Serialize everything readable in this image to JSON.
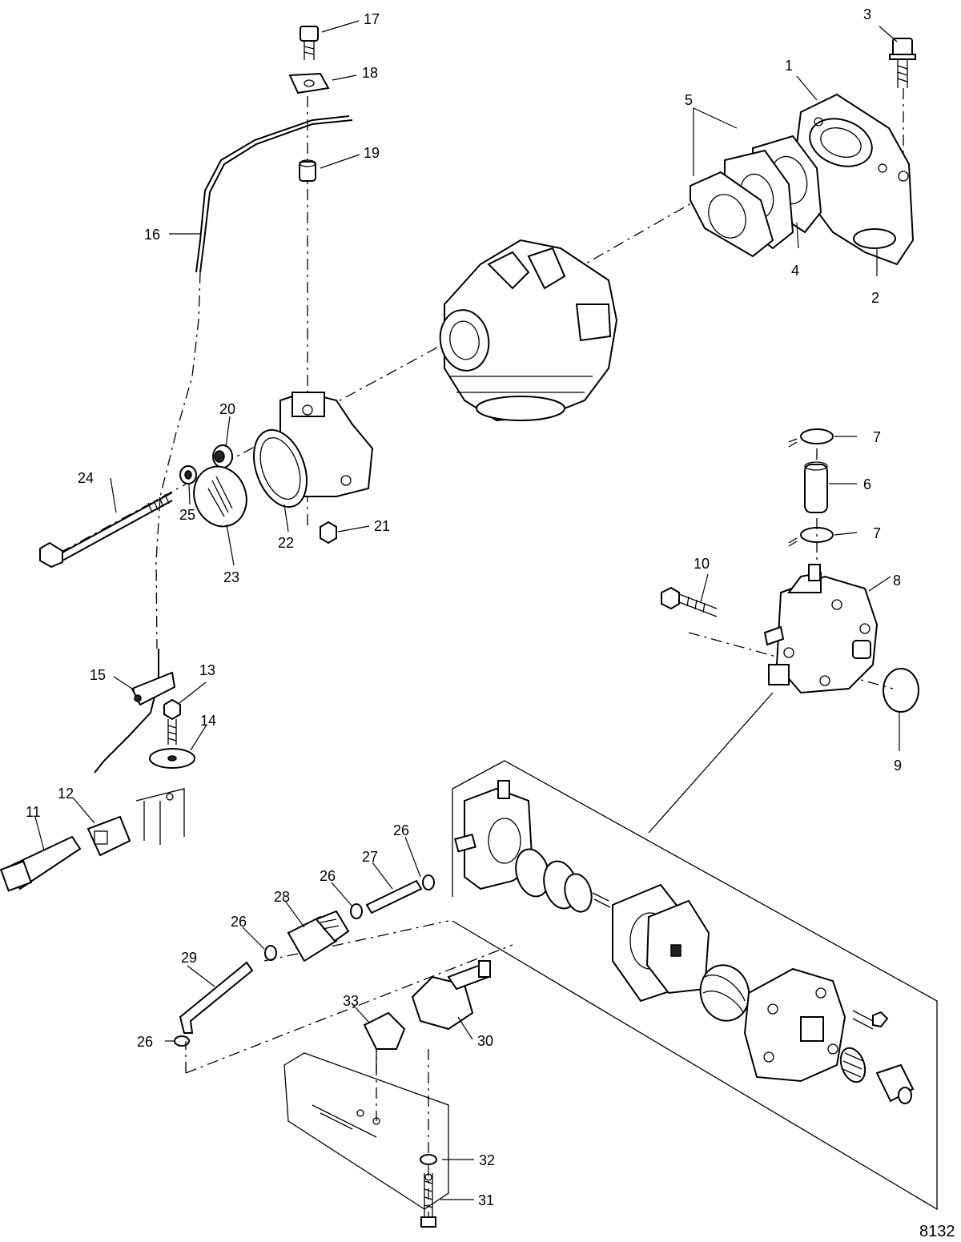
{
  "figure_id": "8132",
  "callouts": [
    "1",
    "2",
    "3",
    "4",
    "5",
    "6",
    "7",
    "8",
    "9",
    "10",
    "11",
    "12",
    "13",
    "14",
    "15",
    "16",
    "17",
    "18",
    "19",
    "20",
    "21",
    "22",
    "23",
    "24",
    "25",
    "26",
    "27",
    "28",
    "29",
    "30",
    "31",
    "32",
    "33"
  ],
  "parts": [
    {
      "key": "intake-manifold",
      "icon": "intake-manifold-icon"
    },
    {
      "key": "o-ring",
      "icon": "o-ring-icon"
    },
    {
      "key": "bolt",
      "icon": "bolt-icon"
    },
    {
      "key": "gasket",
      "icon": "gasket-icon"
    },
    {
      "key": "carburetor",
      "icon": "carburetor-icon"
    },
    {
      "key": "fuel-pump",
      "icon": "fuel-pump-icon"
    },
    {
      "key": "fuel-hose",
      "icon": "hose-icon"
    },
    {
      "key": "hose-clamp",
      "icon": "clamp-icon"
    },
    {
      "key": "fuel-filter",
      "icon": "fuel-filter-icon"
    },
    {
      "key": "fuel-connector",
      "icon": "fuel-connector-icon"
    },
    {
      "key": "choke-cable",
      "icon": "cable-icon"
    },
    {
      "key": "choke-knob",
      "icon": "knob-icon"
    },
    {
      "key": "silencer",
      "icon": "silencer-icon"
    },
    {
      "key": "screen",
      "icon": "screen-icon"
    }
  ]
}
